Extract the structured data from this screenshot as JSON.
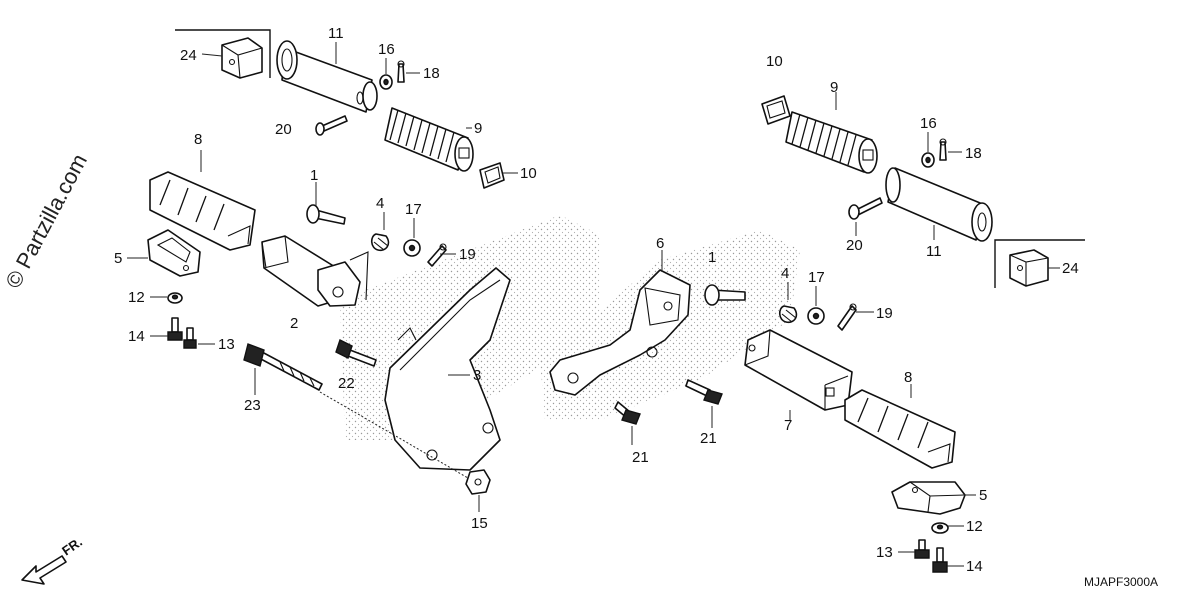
{
  "watermark": "© Partzilla.com",
  "diagram_code": "MJAPF3000A",
  "direction_label": "FR.",
  "callouts": {
    "c1a": "1",
    "c1b": "1",
    "c2": "2",
    "c3": "3",
    "c4a": "4",
    "c4b": "4",
    "c5a": "5",
    "c5b": "5",
    "c6": "6",
    "c7": "7",
    "c8a": "8",
    "c8b": "8",
    "c9a": "9",
    "c9b": "9",
    "c10a": "10",
    "c10b": "10",
    "c11a": "11",
    "c11b": "11",
    "c12a": "12",
    "c12b": "12",
    "c13a": "13",
    "c13b": "13",
    "c14a": "14",
    "c14b": "14",
    "c15": "15",
    "c16a": "16",
    "c16b": "16",
    "c17a": "17",
    "c17b": "17",
    "c18a": "18",
    "c18b": "18",
    "c19a": "19",
    "c19b": "19",
    "c20a": "20",
    "c20b": "20",
    "c21a": "21",
    "c21b": "21",
    "c22": "22",
    "c23": "23",
    "c24a": "24",
    "c24b": "24"
  }
}
